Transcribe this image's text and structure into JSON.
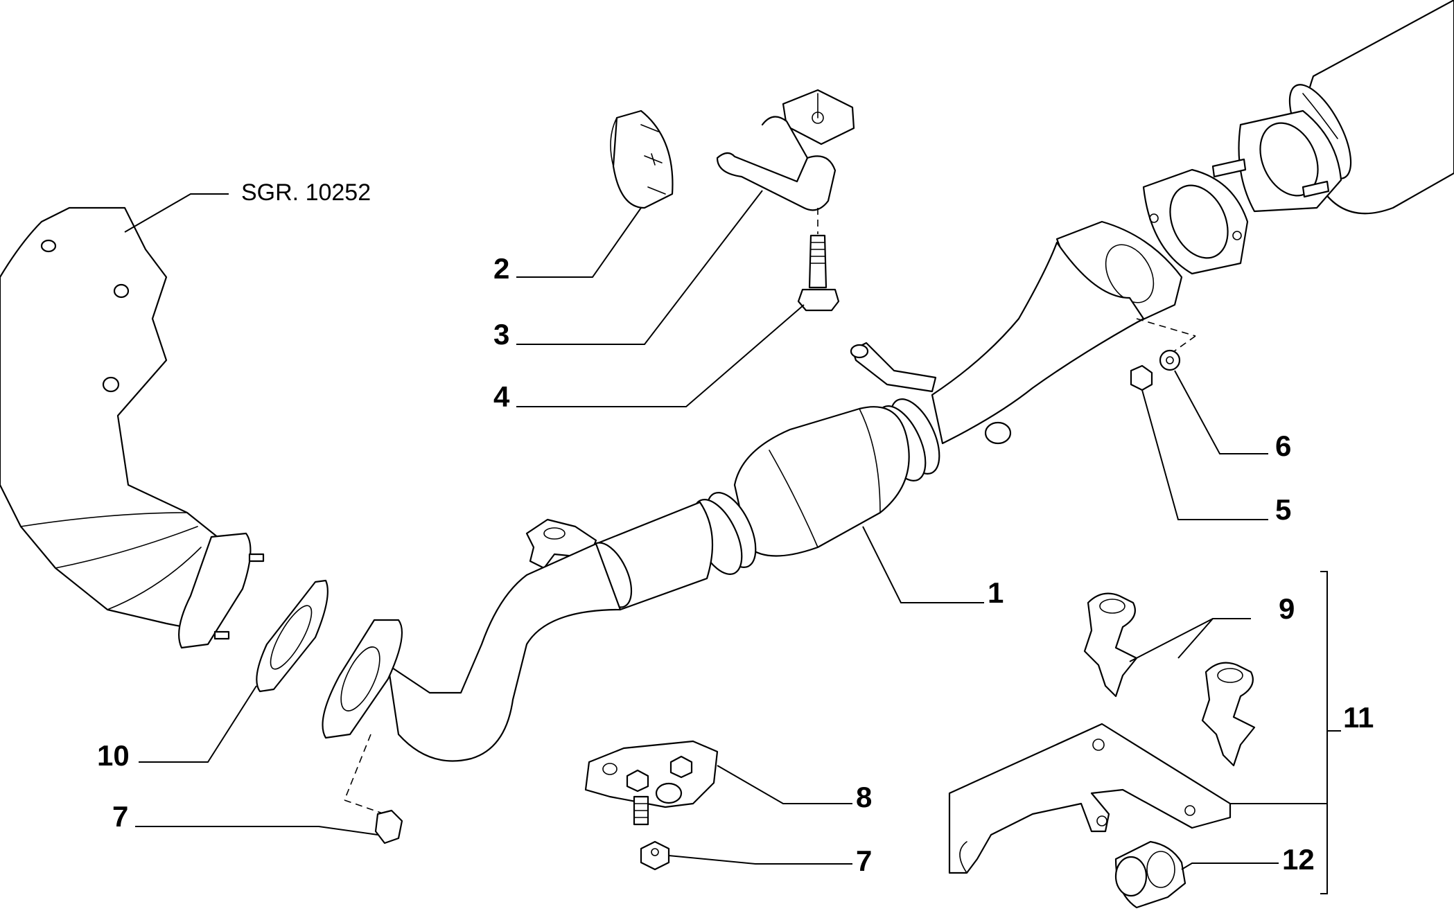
{
  "reference_label": "SGR. 10252",
  "callouts": [
    {
      "id": "c1",
      "text": "1"
    },
    {
      "id": "c2",
      "text": "2"
    },
    {
      "id": "c3",
      "text": "3"
    },
    {
      "id": "c4",
      "text": "4"
    },
    {
      "id": "c5",
      "text": "5"
    },
    {
      "id": "c6",
      "text": "6"
    },
    {
      "id": "c7a",
      "text": "7"
    },
    {
      "id": "c7b",
      "text": "7"
    },
    {
      "id": "c8",
      "text": "8"
    },
    {
      "id": "c9",
      "text": "9"
    },
    {
      "id": "c10",
      "text": "10"
    },
    {
      "id": "c11",
      "text": "11"
    },
    {
      "id": "c12",
      "text": "12"
    }
  ]
}
